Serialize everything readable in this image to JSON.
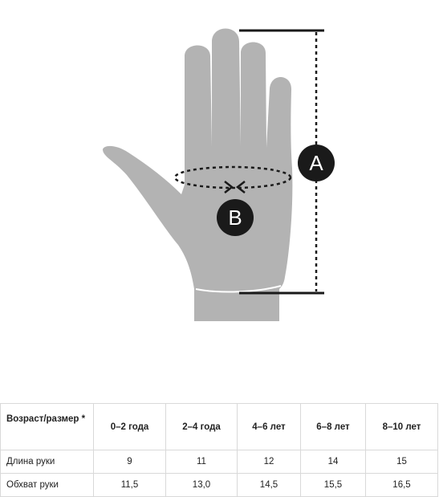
{
  "badges": {
    "length": "A",
    "circumference": "B"
  },
  "table": {
    "header_label": "Возраст/размер *",
    "columns": [
      "0–2 года",
      "2–4 года",
      "4–6 лет",
      "6–8 лет",
      "8–10 лет"
    ],
    "rows": [
      {
        "label": "Длина руки",
        "values": [
          "9",
          "11",
          "12",
          "14",
          "15"
        ]
      },
      {
        "label": "Обхват руки",
        "values": [
          "11,5",
          "13,0",
          "14,5",
          "15,5",
          "16,5"
        ]
      }
    ]
  },
  "colors": {
    "hand": "#b3b3b3",
    "measure_line": "#1a1a1a",
    "badge": "#1a1a1a"
  }
}
